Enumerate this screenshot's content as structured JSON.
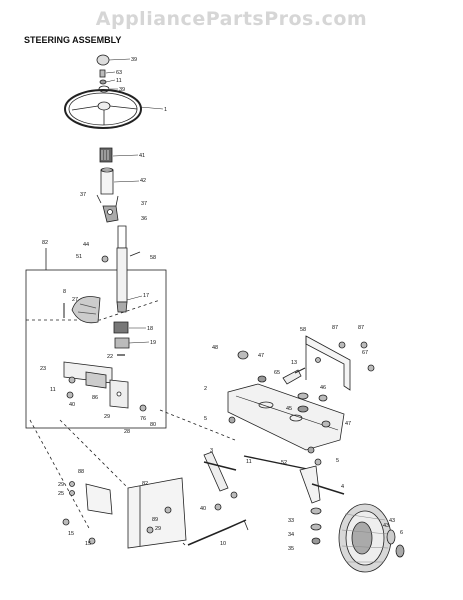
{
  "watermark": "AppliancePartsPros.com",
  "title": "STEERING ASSEMBLY",
  "callouts": [
    {
      "id": "c39a",
      "text": "39"
    },
    {
      "id": "c63a",
      "text": "63"
    },
    {
      "id": "c11a",
      "text": "11"
    },
    {
      "id": "c39b",
      "text": "39"
    },
    {
      "id": "c1",
      "text": "1"
    },
    {
      "id": "c41",
      "text": "41"
    },
    {
      "id": "c42",
      "text": "42"
    },
    {
      "id": "c37a",
      "text": "37"
    },
    {
      "id": "c37b",
      "text": "37"
    },
    {
      "id": "c36",
      "text": "36"
    },
    {
      "id": "c82a",
      "text": "82"
    },
    {
      "id": "c44",
      "text": "44"
    },
    {
      "id": "c51",
      "text": "51"
    },
    {
      "id": "c58",
      "text": "58"
    },
    {
      "id": "c8",
      "text": "8"
    },
    {
      "id": "c27",
      "text": "27"
    },
    {
      "id": "c17",
      "text": "17"
    },
    {
      "id": "c18",
      "text": "18"
    },
    {
      "id": "c19",
      "text": "19"
    },
    {
      "id": "c22",
      "text": "22"
    },
    {
      "id": "c23",
      "text": "23"
    },
    {
      "id": "c11b",
      "text": "11"
    },
    {
      "id": "c40",
      "text": "40"
    },
    {
      "id": "c86",
      "text": "86"
    },
    {
      "id": "c29a",
      "text": "29"
    },
    {
      "id": "c28",
      "text": "28"
    },
    {
      "id": "c76",
      "text": "76"
    },
    {
      "id": "c80",
      "text": "80"
    },
    {
      "id": "c48",
      "text": "48"
    },
    {
      "id": "c47a",
      "text": "47"
    },
    {
      "id": "c65",
      "text": "65"
    },
    {
      "id": "c13",
      "text": "13"
    },
    {
      "id": "c58b",
      "text": "58"
    },
    {
      "id": "c87a",
      "text": "87"
    },
    {
      "id": "c87b",
      "text": "87"
    },
    {
      "id": "c67",
      "text": "67"
    },
    {
      "id": "c2",
      "text": "2"
    },
    {
      "id": "c45",
      "text": "45"
    },
    {
      "id": "c46",
      "text": "46"
    },
    {
      "id": "c47b",
      "text": "47"
    },
    {
      "id": "c5a",
      "text": "5"
    },
    {
      "id": "c3",
      "text": "3"
    },
    {
      "id": "c11c",
      "text": "11"
    },
    {
      "id": "c52",
      "text": "52"
    },
    {
      "id": "c5b",
      "text": "5"
    },
    {
      "id": "c4",
      "text": "4"
    },
    {
      "id": "c43a",
      "text": "43"
    },
    {
      "id": "c43b",
      "text": "43"
    },
    {
      "id": "c6",
      "text": "6"
    },
    {
      "id": "c33",
      "text": "33"
    },
    {
      "id": "c34",
      "text": "34"
    },
    {
      "id": "c35",
      "text": "35"
    },
    {
      "id": "c88",
      "text": "88"
    },
    {
      "id": "c29b",
      "text": "29"
    },
    {
      "id": "c25",
      "text": "25"
    },
    {
      "id": "c82b",
      "text": "82"
    },
    {
      "id": "c40b",
      "text": "40"
    },
    {
      "id": "c15a",
      "text": "15"
    },
    {
      "id": "c89",
      "text": "89"
    },
    {
      "id": "c29c",
      "text": "29"
    },
    {
      "id": "c15b",
      "text": "15"
    },
    {
      "id": "c10",
      "text": "10"
    }
  ]
}
